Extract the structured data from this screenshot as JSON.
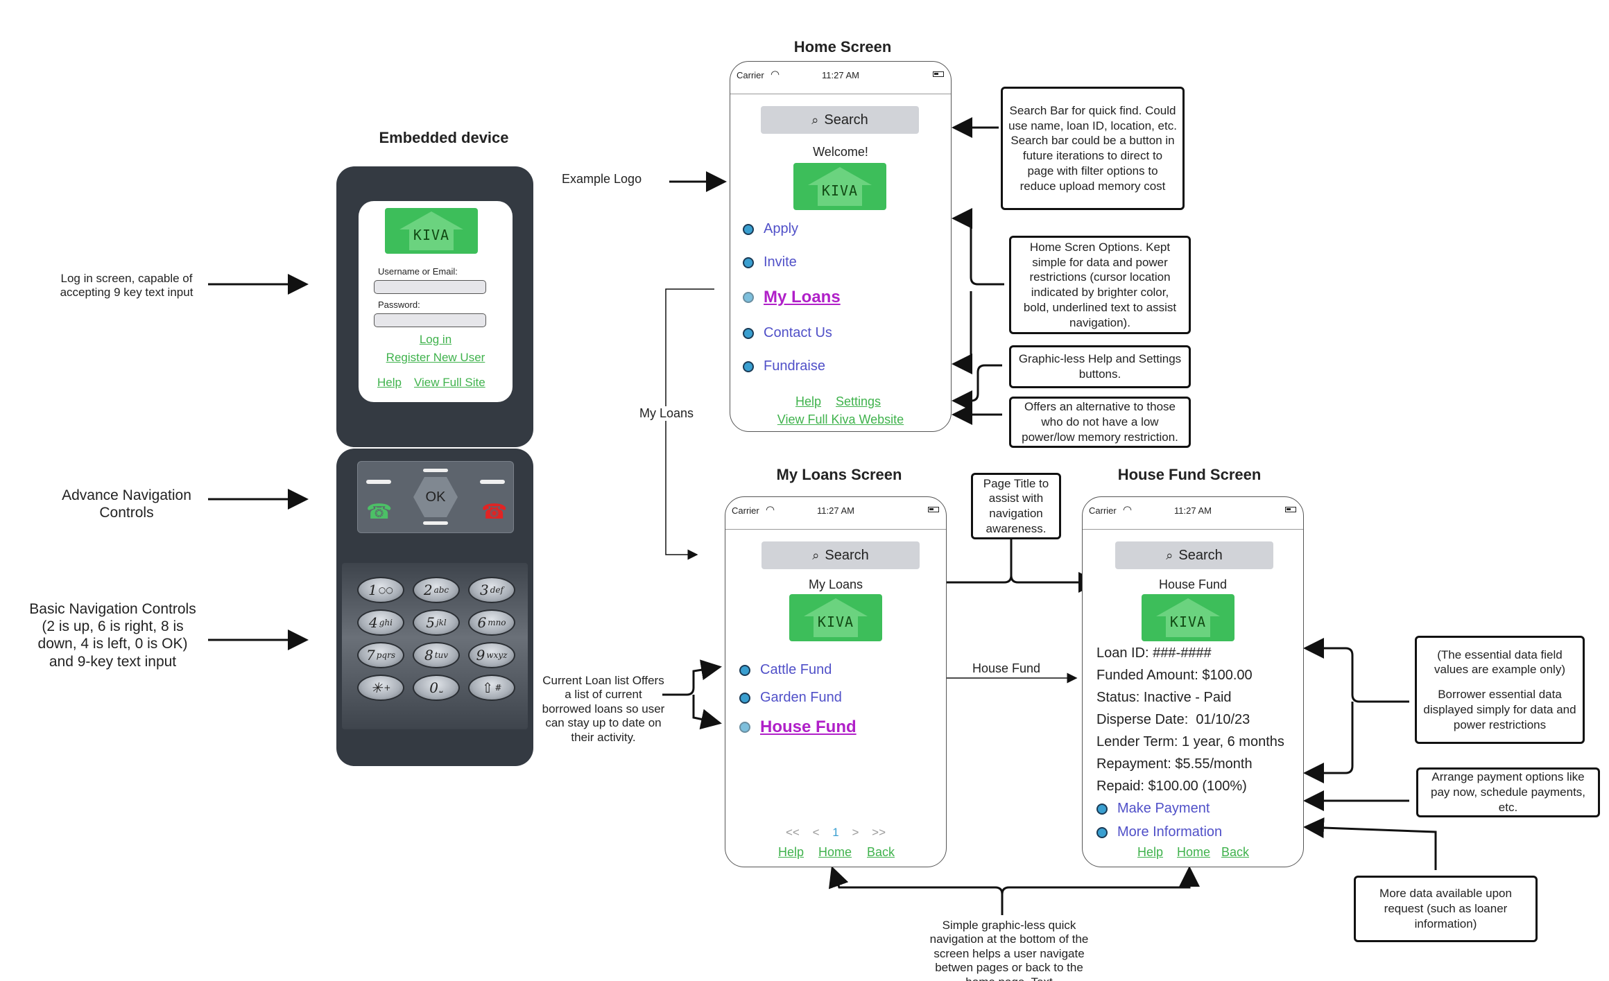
{
  "titles": {
    "embedded": "Embedded device",
    "home": "Home Screen",
    "my_loans": "My Loans Screen",
    "house_fund": "House Fund Screen"
  },
  "left_notes": {
    "login": "Log in screen, capable of accepting 9 key text input",
    "advance_nav": "Advance Navigation Controls",
    "basic_nav": "Basic Navigation Controls (2 is up, 6 is right, 8 is down, 4 is left, 0 is OK) and 9-key text input"
  },
  "labels": {
    "example_logo": "Example Logo",
    "my_loans_arrow": "My Loans",
    "house_fund_arrow": "House Fund",
    "current_loan": "Current Loan list Offers a list of current borrowed loans so user can stay up to date on their activity.",
    "bottom_note": "Simple graphic-less quick navigation at the bottom of the screen helps a user navigate betwen pages or back to the home page. Text"
  },
  "boxes": {
    "search_bar": "Search Bar for quick find. Could use name, loan ID, location, etc. Search bar could be a button in future iterations to direct to page with filter options to reduce upload memory cost",
    "home_options": "Home Scren Options. Kept simple for data and power restrictions (cursor location indicated by brighter color, bold, underlined text to assist navigation).",
    "help_settings": "Graphic-less Help and Settings buttons.",
    "alternative": "Offers an alternative to those who do not have a low power/low memory restriction.",
    "page_title": "Page Title to assist with navigation awareness.",
    "essential_a": "(The essential data field values are example only)",
    "essential_b": "Borrower essential data displayed simply for data and power restrictions",
    "arrange_payment": "Arrange payment options like pay now, schedule payments, etc.",
    "more_data": "More data available upon request (such as loaner information)"
  },
  "device": {
    "logo_text": "KIVA",
    "username_label": "Username or Email:",
    "password_label": "Password:",
    "login": "Log in",
    "register": "Register New User",
    "help": "Help",
    "full_site": "View Full Site",
    "ok": "OK",
    "keys": [
      {
        "n": "1",
        "s": "○○"
      },
      {
        "n": "2",
        "s": "abc"
      },
      {
        "n": "3",
        "s": "def"
      },
      {
        "n": "4",
        "s": "ghi"
      },
      {
        "n": "5",
        "s": "jkl"
      },
      {
        "n": "6",
        "s": "mno"
      },
      {
        "n": "7",
        "s": "pqrs"
      },
      {
        "n": "8",
        "s": "tuv"
      },
      {
        "n": "9",
        "s": "wxyz"
      },
      {
        "n": "✳",
        "s": "+"
      },
      {
        "n": "0",
        "s": "⎵"
      },
      {
        "n": "⇧",
        "s": "#"
      }
    ]
  },
  "status": {
    "carrier": "Carrier",
    "time": "11:27 AM"
  },
  "search_label": "Search",
  "home": {
    "welcome": "Welcome!",
    "logo_text": "KIVA",
    "menu": [
      "Apply",
      "Invite",
      "My Loans",
      "Contact Us",
      "Fundraise"
    ],
    "active_index": 2,
    "help": "Help",
    "settings": "Settings",
    "full_site": "View Full Kiva Website"
  },
  "my_loans": {
    "heading": "My Loans",
    "logo_text": "KIVA",
    "loans": [
      "Cattle Fund",
      "Garden Fund",
      "House Fund"
    ],
    "active_index": 2,
    "pager": {
      "first": "<<",
      "prev": "<",
      "page": "1",
      "next": ">",
      "last": ">>"
    },
    "help": "Help",
    "home": "Home",
    "back": "Back"
  },
  "house_fund": {
    "heading": "House Fund",
    "logo_text": "KIVA",
    "fields": [
      "Loan ID: ###-####",
      "Funded Amount: $100.00",
      "Status: Inactive - Paid",
      "Disperse Date:  01/10/23",
      "Lender Term: 1 year, 6 months",
      "Repayment: $5.55/month",
      "Repaid: $100.00 (100%)"
    ],
    "actions": [
      "Make Payment",
      "More Information"
    ],
    "help": "Help",
    "home": "Home",
    "back": "Back"
  }
}
